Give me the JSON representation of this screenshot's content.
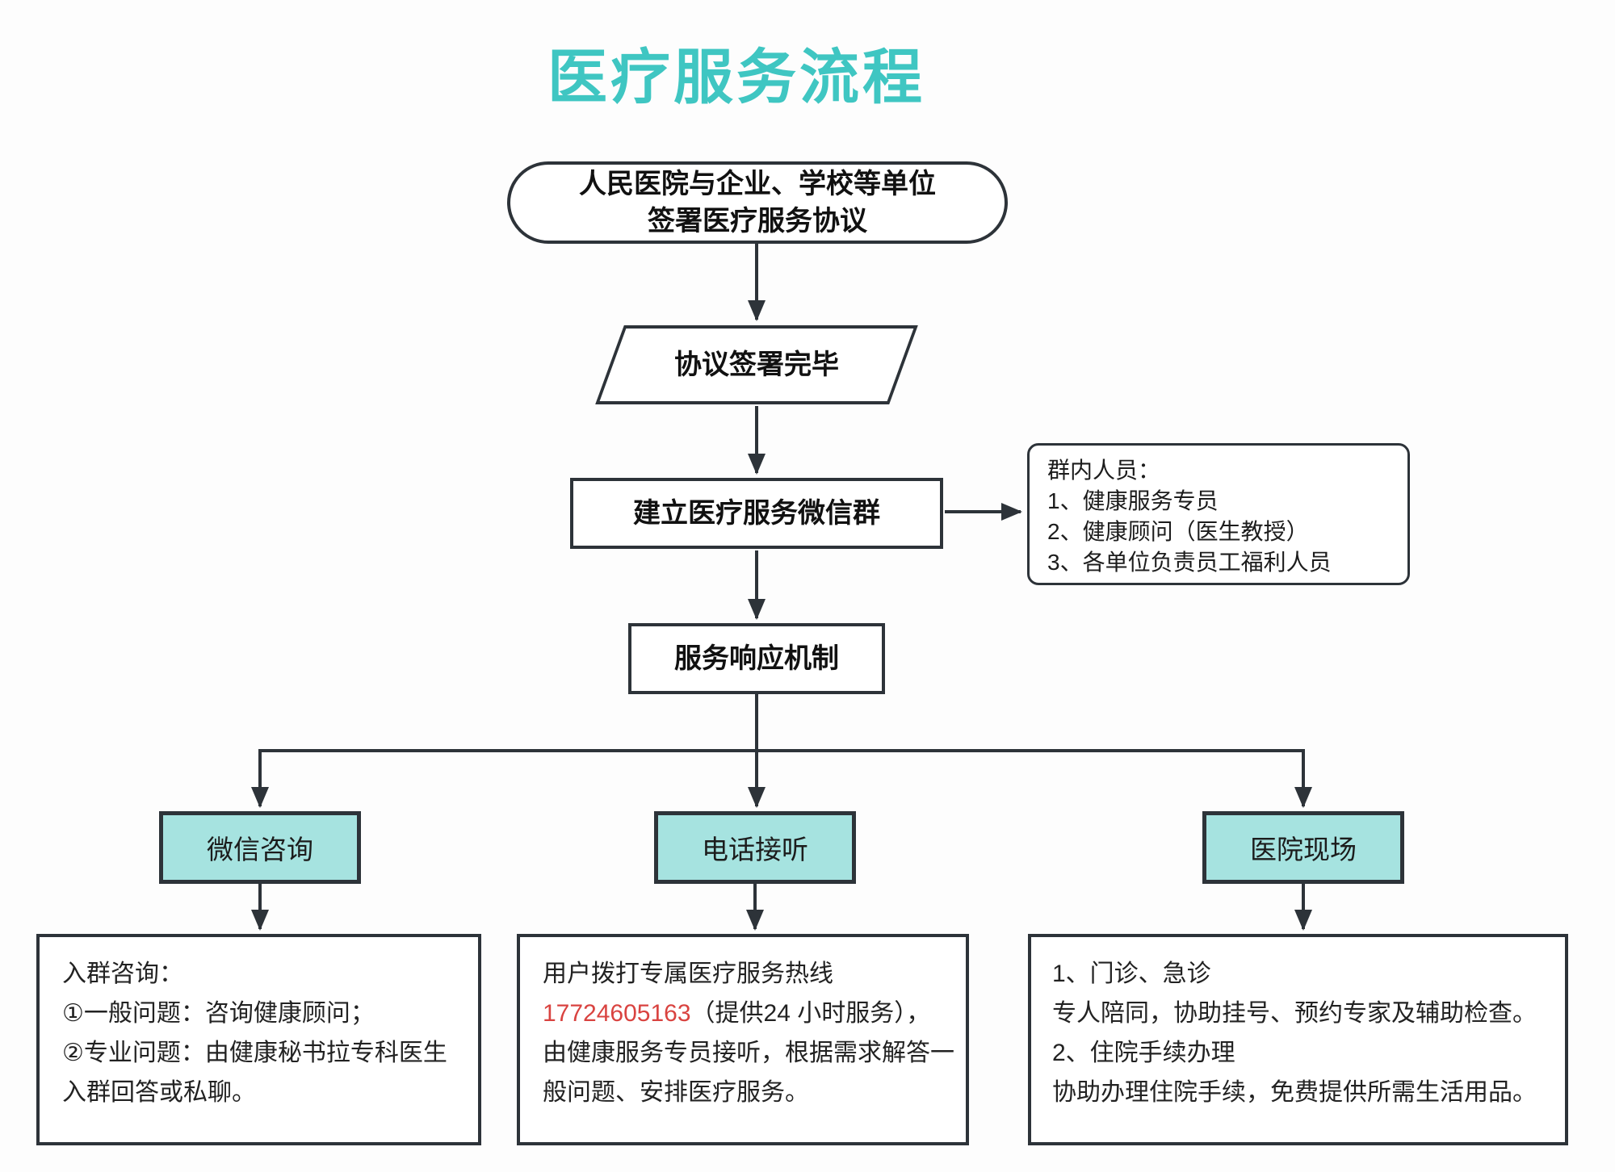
{
  "title": "医疗服务流程",
  "colors": {
    "title_accent": "#3fc6c2",
    "channel_fill": "#a6e3e0",
    "line_color": "#2d3339",
    "phone_red": "#d94340"
  },
  "nodes": {
    "agreement": {
      "lines": [
        "人民医院与企业、学校等单位",
        "签署医疗服务协议"
      ]
    },
    "signed": {
      "label": "协议签署完毕"
    },
    "wechat_group": {
      "label": "建立医疗服务微信群"
    },
    "group_members": {
      "title": "群内人员：",
      "items": [
        "1、健康服务专员",
        "2、健康顾问（医生教授）",
        "3、各单位负责员工福利人员"
      ]
    },
    "response": {
      "label": "服务响应机制"
    }
  },
  "channels": [
    {
      "label": "微信咨询",
      "detail_lines": [
        [
          {
            "text": "入群咨询："
          }
        ],
        [
          {
            "text": "①一般问题：咨询健康顾问；"
          }
        ],
        [
          {
            "text": "②专业问题：由健康秘书拉专科医生"
          }
        ],
        [
          {
            "text": "入群回答或私聊。"
          }
        ]
      ]
    },
    {
      "label": "电话接听",
      "detail_lines": [
        [
          {
            "text": "用户拨打专属医疗服务热线"
          }
        ],
        [
          {
            "text": "17724605163",
            "red": true
          },
          {
            "text": "（提供24 小时服务），"
          }
        ],
        [
          {
            "text": "由健康服务专员接听，根据需求解答一"
          }
        ],
        [
          {
            "text": "般问题、安排医疗服务。"
          }
        ]
      ]
    },
    {
      "label": "医院现场",
      "detail_lines": [
        [
          {
            "text": "1、门诊、急诊"
          }
        ],
        [
          {
            "text": "专人陪同，协助挂号、预约专家及辅助检查。"
          }
        ],
        [
          {
            "text": "2、住院手续办理"
          }
        ],
        [
          {
            "text": "协助办理住院手续，免费提供所需生活用品。"
          }
        ]
      ]
    }
  ]
}
